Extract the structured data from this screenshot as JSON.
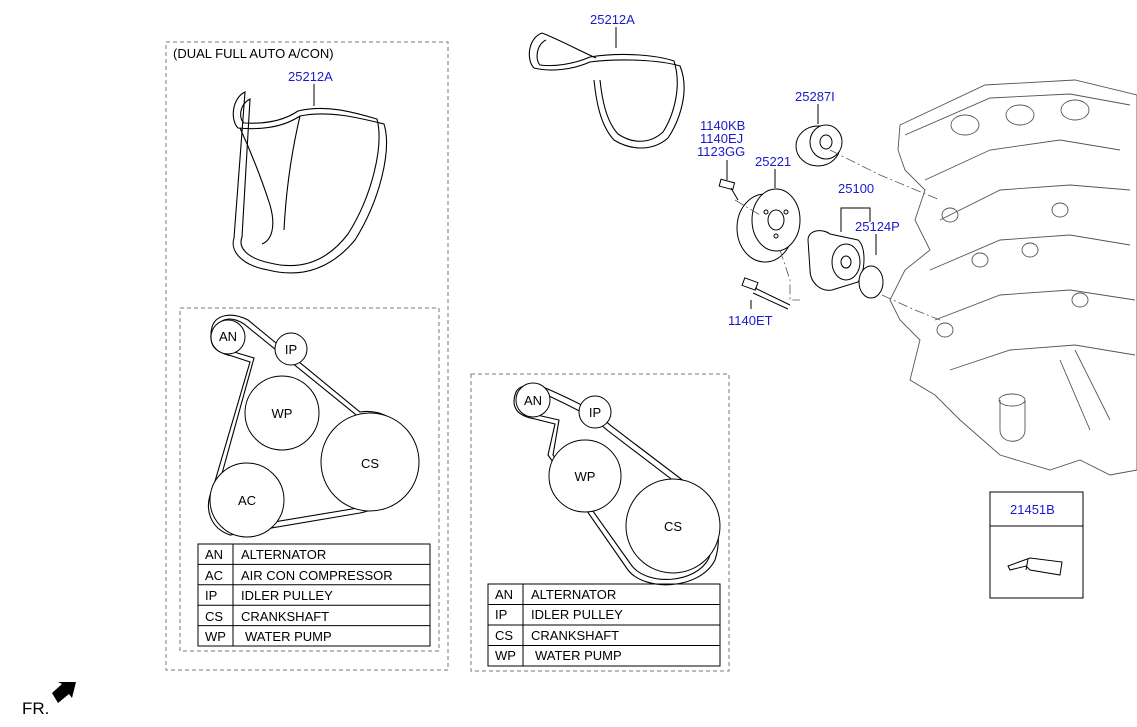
{
  "left_box": {
    "caption": "(DUAL FULL AUTO A/CON)",
    "belt_part": "25212A",
    "pulleys": {
      "an": "AN",
      "ip": "IP",
      "wp": "WP",
      "cs": "CS",
      "ac": "AC"
    },
    "legend": [
      {
        "code": "AN",
        "name": "ALTERNATOR"
      },
      {
        "code": "AC",
        "name": "AIR CON COMPRESSOR"
      },
      {
        "code": "IP",
        "name": "IDLER PULLEY"
      },
      {
        "code": "CS",
        "name": "CRANKSHAFT"
      },
      {
        "code": "WP",
        "name": "WATER PUMP"
      }
    ]
  },
  "mid_box": {
    "pulleys": {
      "an": "AN",
      "ip": "IP",
      "wp": "WP",
      "cs": "CS"
    },
    "legend": [
      {
        "code": "AN",
        "name": "ALTERNATOR"
      },
      {
        "code": "IP",
        "name": "IDLER PULLEY"
      },
      {
        "code": "CS",
        "name": "CRANKSHAFT"
      },
      {
        "code": "WP",
        "name": "WATER PUMP"
      }
    ]
  },
  "parts": {
    "top_belt": "25212A",
    "idler": "25287I",
    "bolts": [
      "1140KB",
      "1140EJ",
      "1123GG"
    ],
    "pulley": "25221",
    "water_pump": "25100",
    "gasket": "25124P",
    "bolt_long": "1140ET",
    "sealant": "21451B"
  },
  "footer": {
    "direction": "FR."
  }
}
